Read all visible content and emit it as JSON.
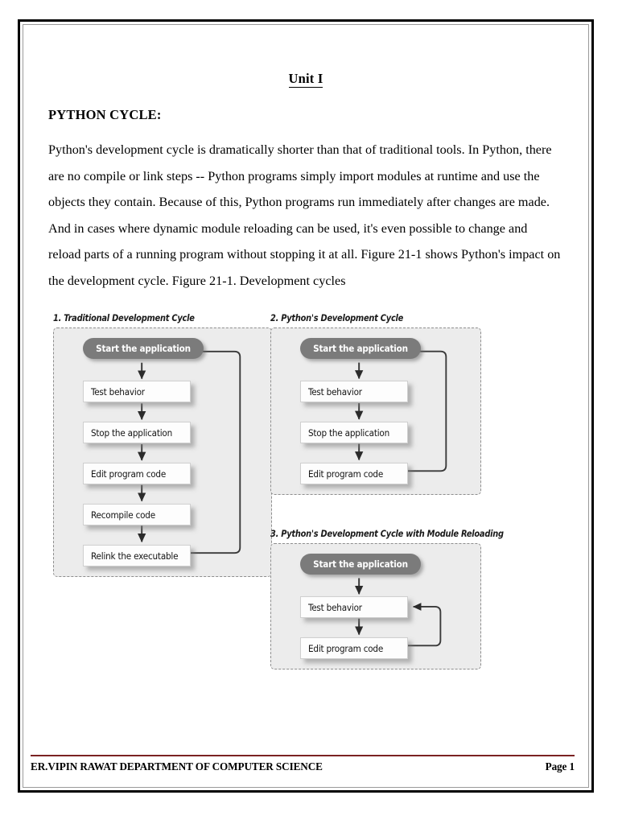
{
  "document": {
    "title": "Unit I",
    "section_heading": "PYTHON CYCLE:",
    "paragraph": "Python's development cycle is dramatically shorter than that of traditional tools. In Python, there are no compile or link steps -- Python programs simply import modules at runtime and use the objects they contain. Because of this, Python programs run immediately after changes are made. And in cases where dynamic module reloading can be used, it's even possible to change and reload parts of a running program without stopping it at all. Figure 21-1 shows Python's impact on the development cycle. Figure 21-1. Development cycles"
  },
  "figure": {
    "panels": [
      {
        "title": "1. Traditional Development Cycle",
        "start_node": "Start the application",
        "steps": [
          "Test behavior",
          "Stop the application",
          "Edit program code",
          "Recompile code",
          "Relink the executable"
        ],
        "loop_from": "Relink the executable",
        "loop_to": "Start the application"
      },
      {
        "title": "2. Python's Development Cycle",
        "start_node": "Start the application",
        "steps": [
          "Test behavior",
          "Stop the application",
          "Edit program code"
        ],
        "loop_from": "Edit program code",
        "loop_to": "Start the application"
      },
      {
        "title": "3. Python's Development Cycle with Module Reloading",
        "start_node": "Start the application",
        "steps": [
          "Test behavior",
          "Edit program code"
        ],
        "loop_from": "Edit program code",
        "loop_to": "Test behavior"
      }
    ]
  },
  "footer": {
    "left": "ER.VIPIN RAWAT DEPARTMENT OF COMPUTER SCIENCE",
    "right": "Page 1"
  },
  "colors": {
    "panel_background": "#ececec",
    "panel_border": "#8e8e8e",
    "pill_fill": "#7b7b7b",
    "box_fill": "#fdfdfd",
    "footer_rule": "#7b2222",
    "text": "#000000"
  }
}
